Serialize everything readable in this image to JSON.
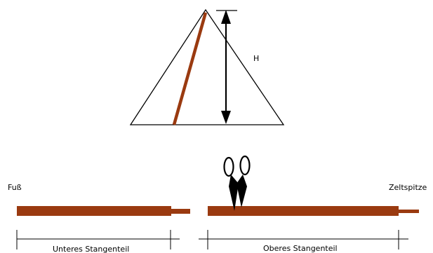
{
  "labels": {
    "height": "H",
    "foot": "Fuß",
    "tent_tip": "Zeltspitze",
    "lower_part": "Unteres Stangenteil",
    "upper_part": "Oberes Stangenteil"
  },
  "icons": {
    "scissors": "scissors-icon"
  },
  "colors": {
    "pole": "#9a3a10",
    "line": "#000000",
    "background": "#ffffff"
  }
}
